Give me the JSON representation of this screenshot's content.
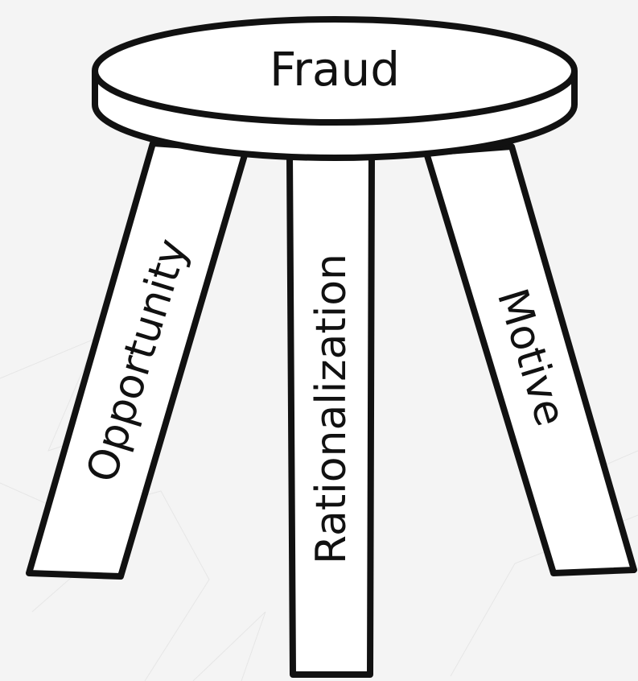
{
  "diagram": {
    "seat_label": "Fraud",
    "legs": [
      {
        "label": "Opportunity"
      },
      {
        "label": "Rationalization"
      },
      {
        "label": "Motive"
      }
    ]
  },
  "colors": {
    "background": "#f4f4f4",
    "fill": "#ffffff",
    "stroke": "#111111"
  }
}
